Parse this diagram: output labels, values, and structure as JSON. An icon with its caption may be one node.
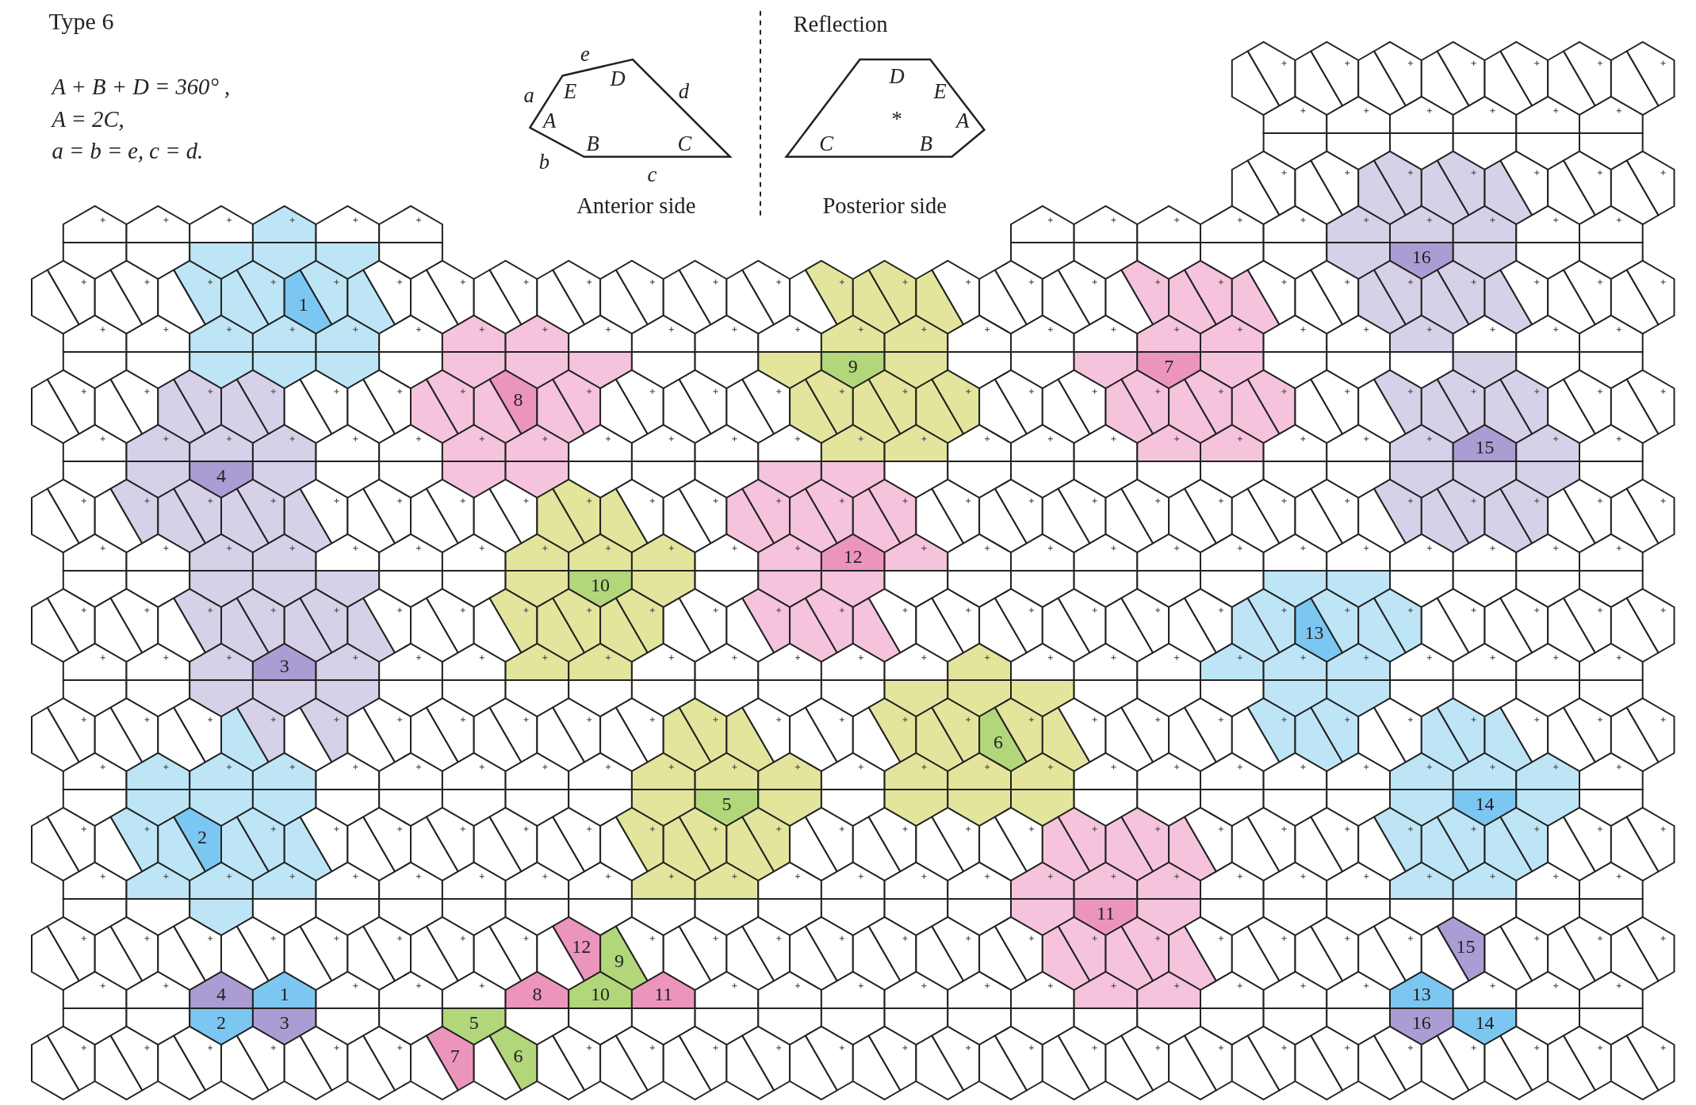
{
  "diagram": {
    "title": "Type 6",
    "labels": [
      "A + B + D = 360° ,",
      "A = 2C,",
      "a = b = e, c = d.",
      "e",
      "a",
      "E",
      "D",
      "d",
      "A",
      "B",
      "C",
      "b",
      "c",
      "Anterior side",
      "Reflection",
      "D",
      "E",
      "*",
      "A",
      "C",
      "B",
      "Posterior side",
      "16",
      "1",
      "9",
      "7",
      "8",
      "15",
      "4",
      "12",
      "10",
      "3",
      "13",
      "6",
      "2",
      "5",
      "14",
      "11",
      "12",
      "9",
      "15",
      "4",
      "1",
      "8",
      "10",
      "11",
      "13",
      "2",
      "3",
      "5",
      "16",
      "14",
      "7",
      "6"
    ]
  }
}
